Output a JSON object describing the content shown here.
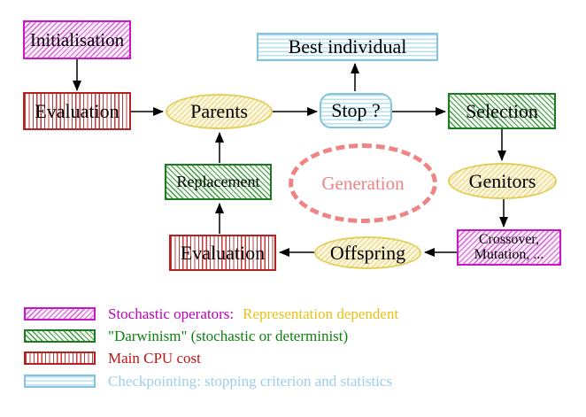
{
  "nodes": {
    "initialisation": {
      "label": "Initialisation"
    },
    "evaluation_top": {
      "label": "Evaluation"
    },
    "parents": {
      "label": "Parents"
    },
    "stop": {
      "label": "Stop ?"
    },
    "best_individual": {
      "label": "Best individual"
    },
    "selection": {
      "label": "Selection"
    },
    "genitors": {
      "label": "Genitors"
    },
    "crossover_mutation": {
      "line1": "Crossover,",
      "line2": "Mutation, ..."
    },
    "offspring": {
      "label": "Offspring"
    },
    "evaluation_bottom": {
      "label": "Evaluation"
    },
    "replacement": {
      "label": "Replacement"
    },
    "generation": {
      "label": "Generation"
    }
  },
  "edges": [
    {
      "from": "initialisation",
      "to": "evaluation_top"
    },
    {
      "from": "evaluation_top",
      "to": "parents"
    },
    {
      "from": "parents",
      "to": "stop"
    },
    {
      "from": "stop",
      "to": "best_individual"
    },
    {
      "from": "stop",
      "to": "selection"
    },
    {
      "from": "selection",
      "to": "genitors"
    },
    {
      "from": "genitors",
      "to": "crossover_mutation"
    },
    {
      "from": "crossover_mutation",
      "to": "offspring"
    },
    {
      "from": "offspring",
      "to": "evaluation_bottom"
    },
    {
      "from": "evaluation_bottom",
      "to": "replacement"
    },
    {
      "from": "replacement",
      "to": "parents"
    }
  ],
  "legend": {
    "items": [
      {
        "pattern": "magenta-diagonal-hatch",
        "label": "Stochastic operators:",
        "label2": "Representation dependent",
        "label_color": "#bf00bf",
        "label2_color": "#e9c118"
      },
      {
        "pattern": "green-diagonal-hatch",
        "label": "\"Darwinism\" (stochastic or determinist)",
        "label_color": "#0e810e"
      },
      {
        "pattern": "red-vertical-hatch",
        "label": "Main CPU cost",
        "label_color": "#bd1515"
      },
      {
        "pattern": "cyan-horizontal-hatch",
        "label": "Checkpointing: stopping criterion and statistics",
        "label_color": "#9fcfe8"
      }
    ]
  },
  "colors": {
    "background": "#ffffff",
    "magenta_border": "#c816c8",
    "red_border": "#b22222",
    "green_border": "#1e7a1e",
    "cyan_border": "#85c2dc",
    "yellow_border": "#e3cf5e",
    "generation_dashed": "#ee8484",
    "arrow": "#000000",
    "node_text": "#000000"
  }
}
